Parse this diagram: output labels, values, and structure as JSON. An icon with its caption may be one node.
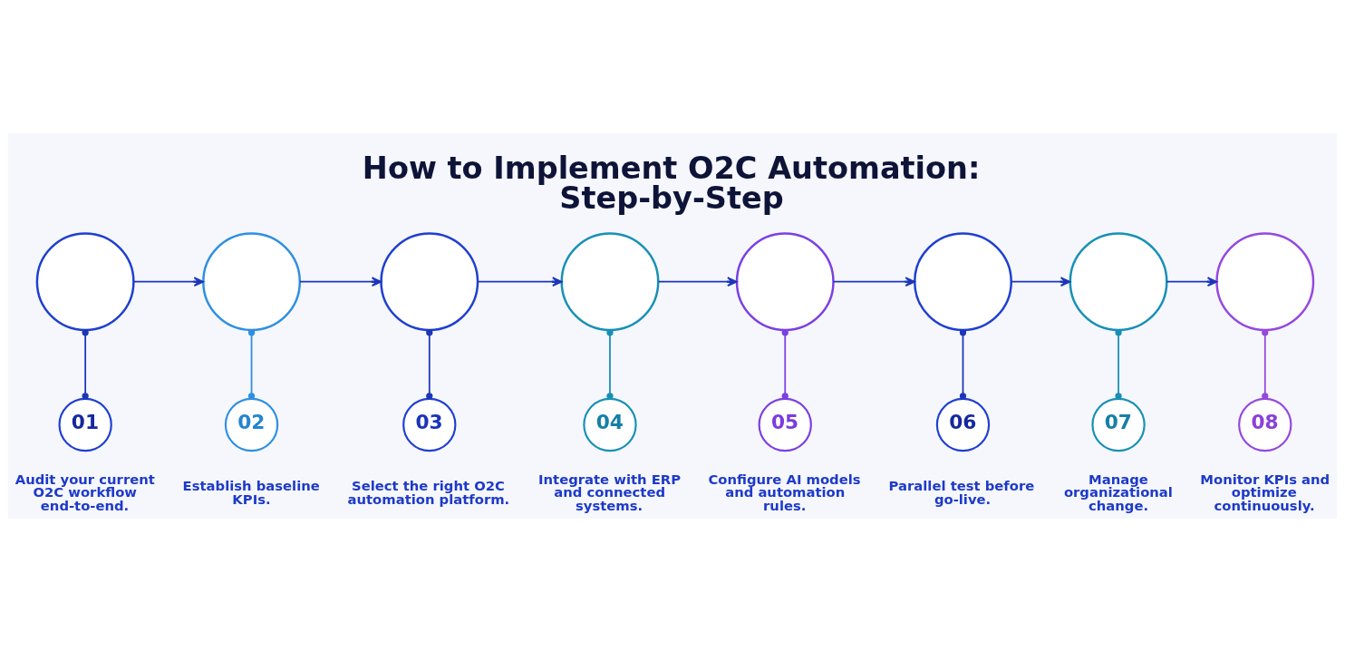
{
  "diagram": {
    "title": "How to Implement O2C Automation: Step-by-Step",
    "nodes": [
      {
        "text": [],
        "shape": "circle"
      },
      {
        "text": [],
        "shape": "circle"
      },
      {
        "text": [],
        "shape": "circle"
      },
      {
        "text": [],
        "shape": "circle"
      },
      {
        "text": [],
        "shape": "circle"
      },
      {
        "text": [],
        "shape": "circle"
      },
      {
        "text": [],
        "shape": "circle"
      },
      {
        "text": [],
        "shape": "circle"
      },
      {
        "text": [
          "01"
        ],
        "beside": [
          "Audit your current O2C workflow end-to-end."
        ]
      },
      {
        "text": [
          "02"
        ],
        "beside": [
          "Establish baseline KPIs."
        ]
      },
      {
        "text": [
          "03"
        ],
        "beside": [
          "Select the right O2C automation platform."
        ]
      },
      {
        "text": [
          "04"
        ],
        "beside": [
          "Integrate with ERP and connected systems."
        ]
      },
      {
        "text": [
          "05"
        ],
        "beside": [
          "Configure AI models and automation rules."
        ]
      },
      {
        "text": [
          "06"
        ],
        "beside": [
          "Parallel test before go-live."
        ]
      },
      {
        "text": [
          "07"
        ],
        "beside": [
          "Manage organizational change."
        ]
      },
      {
        "text": [
          "08"
        ],
        "beside": [
          "Monitor KPIs and optimize continuously."
        ]
      }
    ],
    "edges": [
      {
        "from": 0,
        "to": 1,
        "arrow": "to"
      },
      {
        "from": 1,
        "to": 2,
        "arrow": "to"
      },
      {
        "from": 2,
        "to": 3,
        "arrow": "to"
      },
      {
        "from": 3,
        "to": 4,
        "arrow": "to"
      },
      {
        "from": 4,
        "to": 5,
        "arrow": "to"
      },
      {
        "from": 5,
        "to": 6,
        "arrow": "to"
      },
      {
        "from": 6,
        "to": 7,
        "arrow": "to"
      },
      {
        "from": 0,
        "to": 8,
        "arrow": "other"
      },
      {
        "from": 1,
        "to": 9,
        "arrow": "other",
        "color": "#2f8fe0"
      },
      {
        "from": 2,
        "to": 10,
        "arrow": "other"
      },
      {
        "from": 3,
        "to": 11,
        "arrow": "other",
        "color": "#1790b5"
      },
      {
        "from": 4,
        "to": 12,
        "arrow": "other",
        "color": "#7c3fe2"
      },
      {
        "from": 5,
        "to": 13,
        "arrow": "other"
      },
      {
        "from": 6,
        "to": 14,
        "arrow": "other",
        "color": "#1790b5"
      },
      {
        "from": 7,
        "to": 15,
        "arrow": "other",
        "color": "#9548de"
      }
    ]
  }
}
